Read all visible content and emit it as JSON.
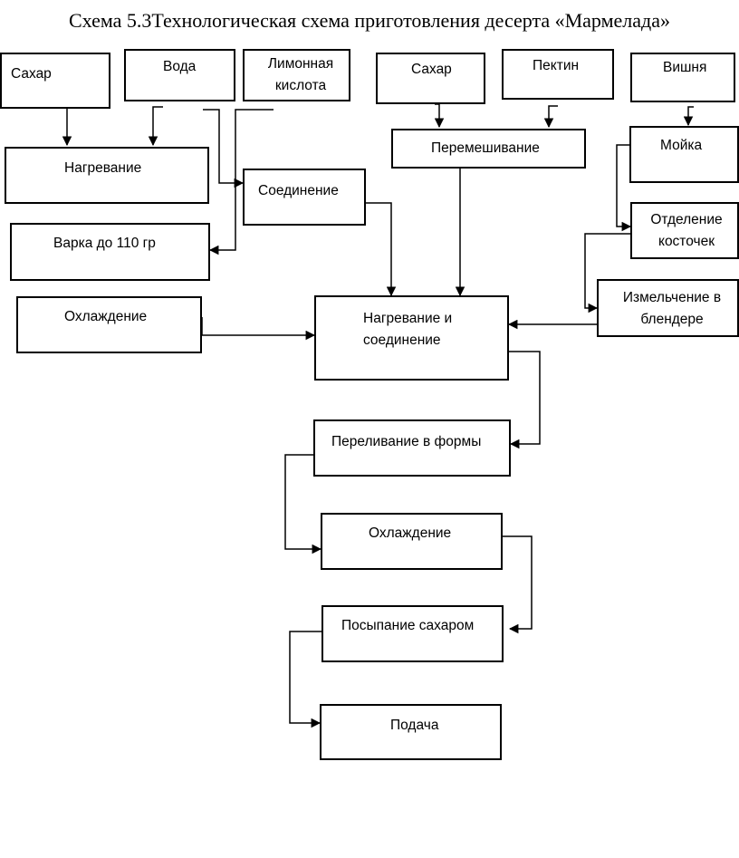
{
  "title": "Схема 5.3Технологическая схема приготовления десерта «Мармелада»",
  "nodes": {
    "sugar1": "Сахар",
    "water": "Вода",
    "lemon_acid": "Лимонная кислота",
    "sugar2": "Сахар",
    "pectin": "Пектин",
    "cherry": "Вишня",
    "heating": "Нагревание",
    "mixing": "Перемешивание",
    "washing": "Мойка",
    "combining": "Соединение",
    "pit_removal": "Отделение косточек",
    "boiling": "Варка до 110 гр",
    "blender": "Измельчение в блендере",
    "cooling1": "Охлаждение",
    "heat_combine": "Нагревание и соединение",
    "pour_molds": "Переливание в формы",
    "cooling2": "Охлаждение",
    "sprinkle_sugar": "Посыпание сахаром",
    "serving": "Подача"
  }
}
